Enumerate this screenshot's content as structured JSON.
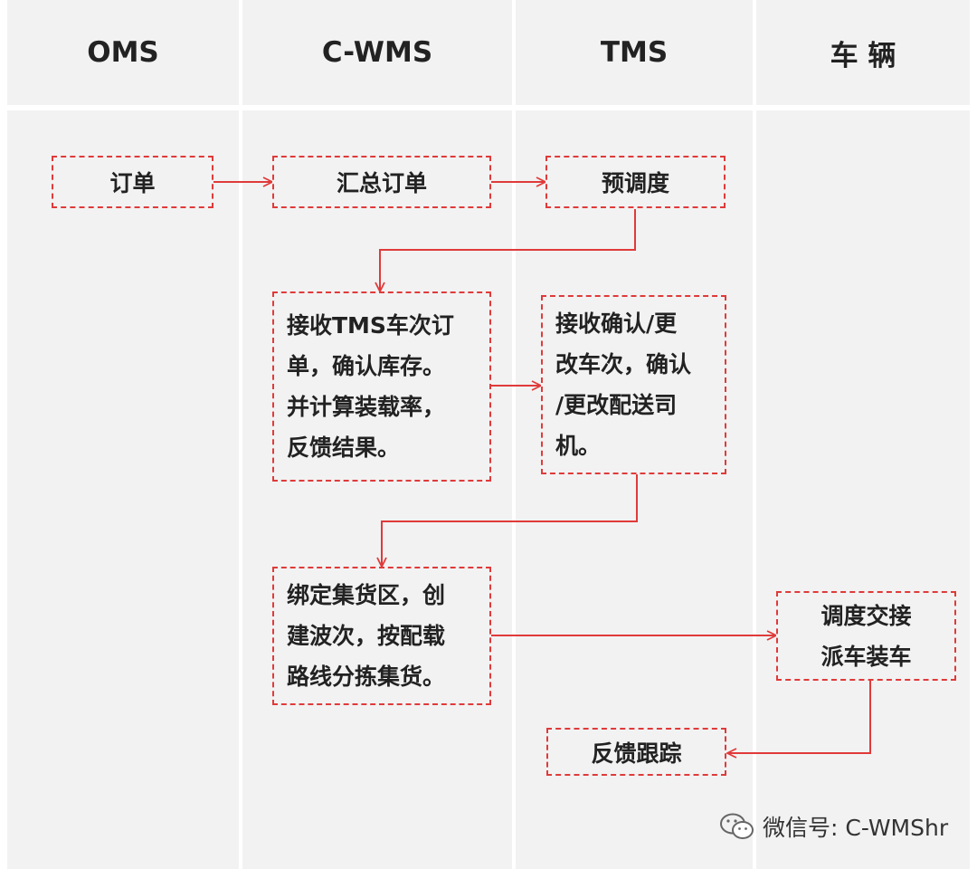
{
  "lanes": [
    {
      "name": "OMS"
    },
    {
      "name": "C-WMS"
    },
    {
      "name": "TMS"
    },
    {
      "name": "车 辆"
    }
  ],
  "nodes": {
    "order": "订单",
    "summary_order": "汇总订单",
    "pre_dispatch": "预调度",
    "receive_trip": "接收TMS车次订\n单，确认库存。\n并计算装载率，\n反馈结果。",
    "confirm_change": "接收确认/更\n改车次，确认\n/更改配送司\n机。",
    "bind_area": "绑定集货区，创\n建波次，按配载\n路线分拣集货。",
    "dispatch_load": "调度交接\n派车装车",
    "feedback_track": "反馈跟踪"
  },
  "watermark": {
    "text": "微信号: C-WMShr",
    "icon": "wechat-icon"
  },
  "colors": {
    "lane_bg": "#f2f2f2",
    "accent": "#e03a3a",
    "text": "#222222"
  }
}
